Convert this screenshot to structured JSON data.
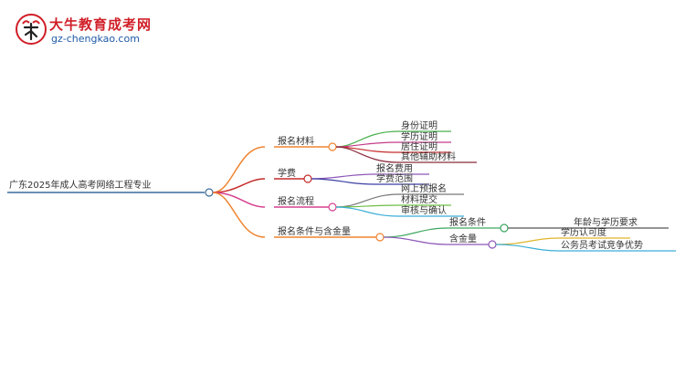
{
  "logo": {
    "title": "大牛教育成考网",
    "url": "gz-chengkao.com"
  },
  "mindmap": {
    "root": "广东2025年成人高考网络工程专业",
    "branches": [
      {
        "label": "报名材料",
        "color": "#f0842f",
        "children": [
          {
            "label": "身份证明",
            "color": "#4bb04f"
          },
          {
            "label": "学历证明",
            "color": "#c43b8a"
          },
          {
            "label": "居住证明",
            "color": "#c62a2a"
          },
          {
            "label": "其他辅助材料",
            "color": "#8a2a3a"
          }
        ]
      },
      {
        "label": "学费",
        "color": "#c62a2a",
        "children": [
          {
            "label": "报名费用",
            "color": "#8e58b8"
          },
          {
            "label": "学费范围",
            "color": "#3b3fa3"
          }
        ]
      },
      {
        "label": "报名流程",
        "color": "#d6418f",
        "children": [
          {
            "label": "网上预报名",
            "color": "#777777"
          },
          {
            "label": "材料提交",
            "color": "#6dbd45"
          },
          {
            "label": "审核与确认",
            "color": "#3aaed6"
          }
        ]
      },
      {
        "label": "报名条件与含金量",
        "color": "#f0842f",
        "children": [
          {
            "label": "报名条件",
            "color": "#3ea860",
            "children": [
              {
                "label": "年龄与学历要求",
                "color": "#555555"
              }
            ]
          },
          {
            "label": "含金量",
            "color": "#8e58b8",
            "children": [
              {
                "label": "学历认可度",
                "color": "#e0b52a"
              },
              {
                "label": "公务员考试竞争优势",
                "color": "#3aaed6"
              }
            ]
          }
        ]
      }
    ]
  }
}
